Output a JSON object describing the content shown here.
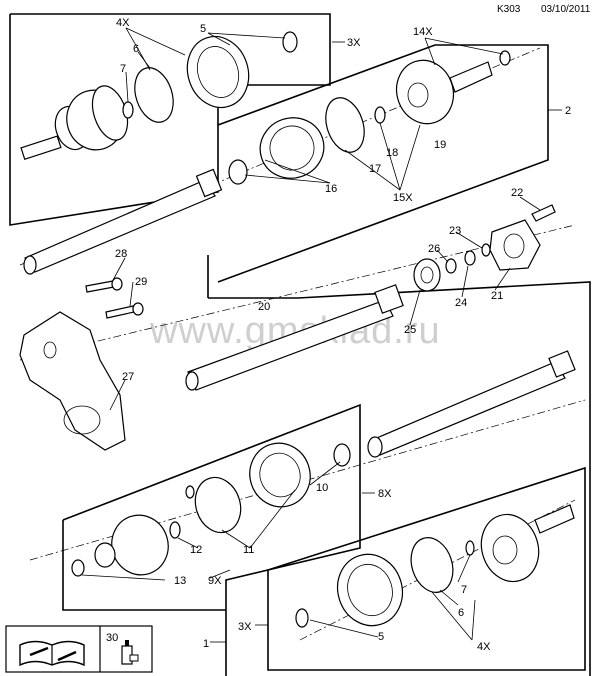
{
  "header": {
    "code": "K303",
    "date": "03/10/2011"
  },
  "watermark": "www.gmsklad.ru",
  "callouts": {
    "c1": "1",
    "c2": "2",
    "c3x_top": "3X",
    "c3x_bottom": "3X",
    "c4x_top": "4X",
    "c4x_bottom": "4X",
    "c5_top": "5",
    "c5_bottom": "5",
    "c6_top": "6",
    "c6_bottom": "6",
    "c7_top": "7",
    "c7_bottom": "7",
    "c8x": "8X",
    "c9x": "9X",
    "c10": "10",
    "c11": "11",
    "c12": "12",
    "c13": "13",
    "c14x": "14X",
    "c15x": "15X",
    "c16": "16",
    "c17": "17",
    "c18": "18",
    "c19": "19",
    "c20": "20",
    "c21": "21",
    "c22": "22",
    "c23": "23",
    "c24": "24",
    "c25": "25",
    "c26": "26",
    "c27": "27",
    "c28": "28",
    "c29": "29",
    "c30": "30"
  },
  "legend": {
    "number": "30",
    "book_icon": "book-wrench-icon",
    "part_icon": "grease-tube-icon"
  }
}
